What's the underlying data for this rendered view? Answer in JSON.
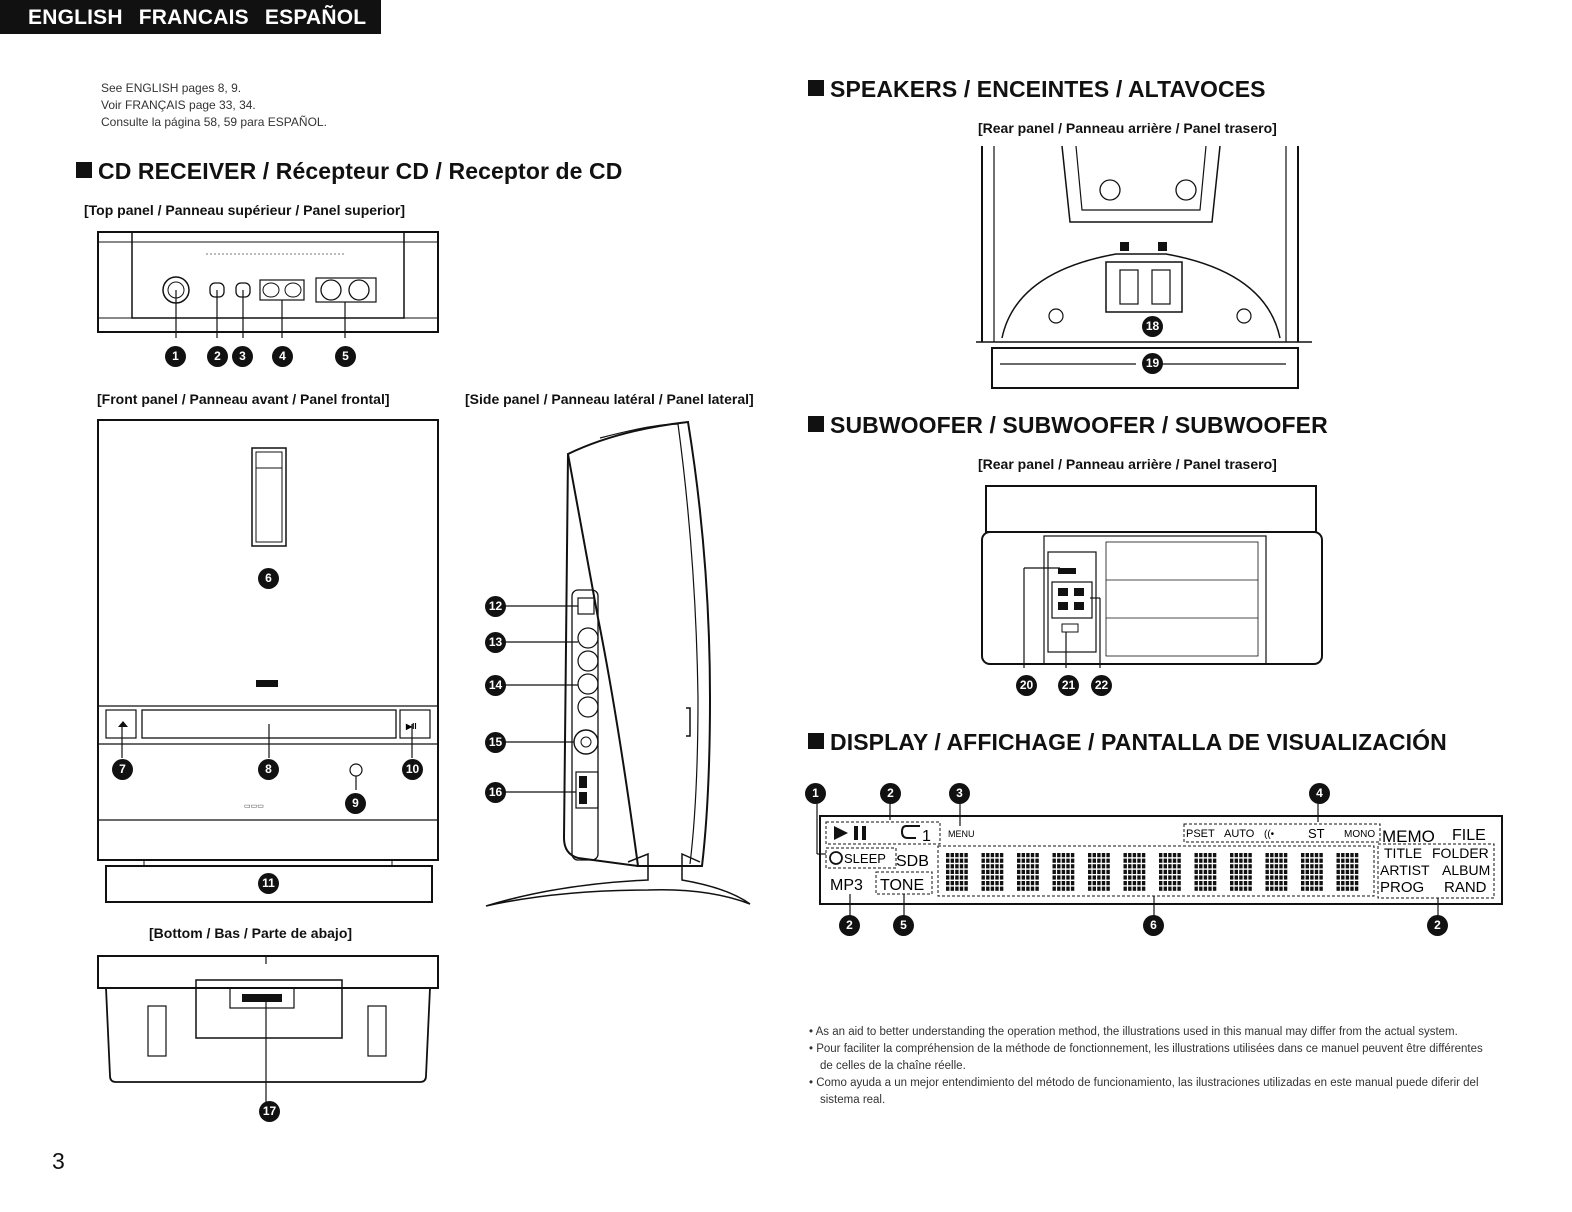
{
  "header": {
    "languages": "ENGLISH FRANCAIS ESPAÑOL"
  },
  "references": [
    "See ENGLISH pages 8, 9.",
    "Voir FRANÇAIS page 33, 34.",
    "Consulte la página 58, 59 para ESPAÑOL."
  ],
  "sections": {
    "cd_receiver": "CD RECEIVER / Récepteur CD / Receptor de CD",
    "speakers": "SPEAKERS / ENCEINTES / ALTAVOCES",
    "subwoofer": "SUBWOOFER / SUBWOOFER / SUBWOOFER",
    "display": "DISPLAY / AFFICHAGE / PANTALLA DE VISUALIZACIÓN"
  },
  "panel_labels": {
    "top": "[Top panel / Panneau supérieur / Panel superior]",
    "front": "[Front panel / Panneau avant / Panel frontal]",
    "side": "[Side panel / Panneau latéral / Panel lateral]",
    "bottom": "[Bottom / Bas / Parte de abajo]",
    "speaker_rear": "[Rear panel / Panneau arrière / Panel trasero]",
    "sub_rear": "[Rear panel / Panneau arrière / Panel trasero]"
  },
  "callouts": {
    "top": [
      "1",
      "2",
      "3",
      "4",
      "5"
    ],
    "front": [
      "6",
      "7",
      "8",
      "9",
      "10",
      "11"
    ],
    "side": [
      "12",
      "13",
      "14",
      "15",
      "16"
    ],
    "bottom": [
      "17"
    ],
    "speaker": [
      "18",
      "19"
    ],
    "subwoofer": [
      "20",
      "21",
      "22"
    ],
    "display_top": [
      "1",
      "2",
      "3",
      "4"
    ],
    "display_bottom": [
      "2",
      "5",
      "6",
      "2"
    ]
  },
  "display_panel": {
    "repeat": "1",
    "menu": "MENU",
    "sleep": "SLEEP",
    "sdb": "SDB",
    "mp3": "MP3",
    "tone": "TONE",
    "pset": "PSET",
    "auto": "AUTO",
    "st": "ST",
    "mono": "MONO",
    "memo": "MEMO",
    "file": "FILE",
    "title": "TITLE",
    "folder": "FOLDER",
    "artist": "ARTIST",
    "album": "ALBUM",
    "prog": "PROG",
    "rand": "RAND"
  },
  "notes": [
    "• As an aid to better understanding the operation method, the illustrations used in this manual may differ from the actual system.",
    "• Pour faciliter la compréhension de la méthode de fonctionnement, les illustrations utilisées dans ce manuel peuvent être différentes de celles de la chaîne réelle.",
    "• Como ayuda a un mejor entendimiento del método de funcionamiento, las ilustraciones utilizadas en este manual puede diferir del sistema real."
  ],
  "page_number": "3"
}
